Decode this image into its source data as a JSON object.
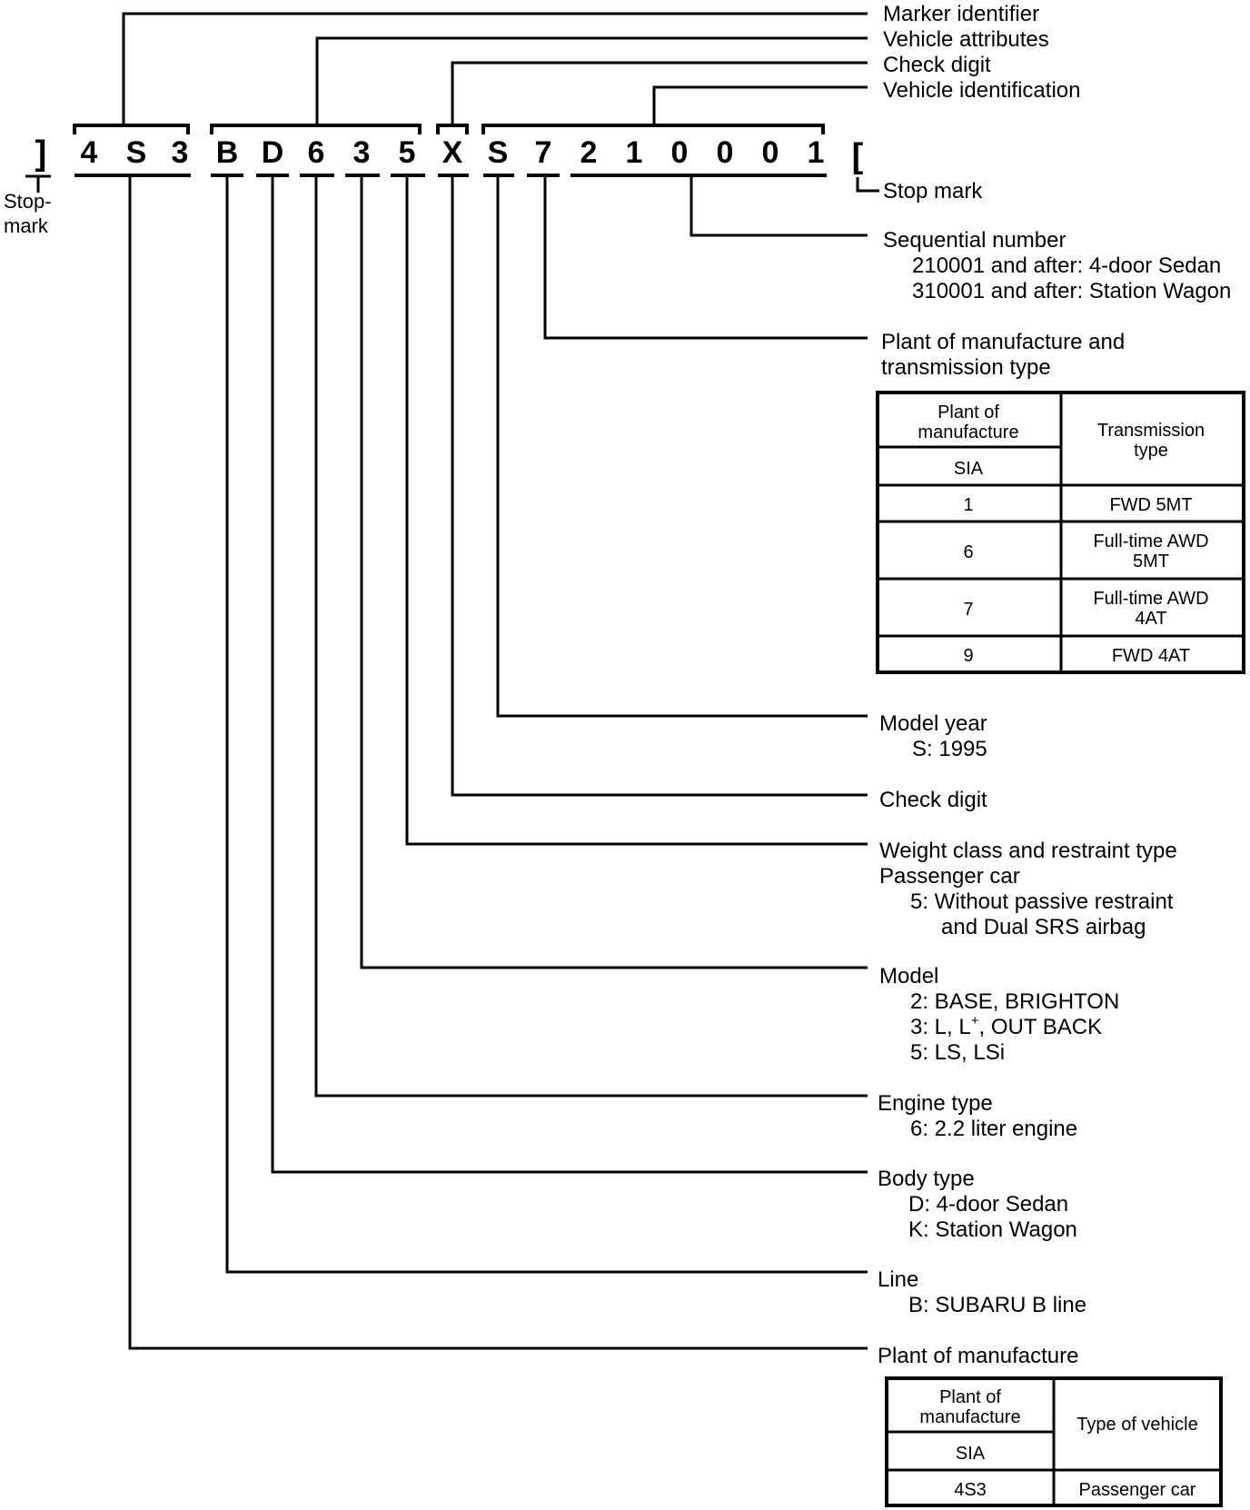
{
  "vin": {
    "stop_left": "]",
    "stop_right": "[",
    "chars": [
      "4",
      "S",
      "3",
      "B",
      "D",
      "6",
      "3",
      "5",
      "X",
      "S",
      "7",
      "2",
      "1",
      "0",
      "0",
      "0",
      "1"
    ]
  },
  "stop_mark_left": [
    "Stop-",
    "mark"
  ],
  "labels": {
    "marker_identifier": "Marker identifier",
    "vehicle_attributes": "Vehicle attributes",
    "check_digit_top": "Check digit",
    "vehicle_identification": "Vehicle identification",
    "stop_mark_right": "Stop mark",
    "sequential": {
      "title": "Sequential number",
      "lines": [
        "210001 and after: 4-door Sedan",
        "310001 and after: Station Wagon"
      ]
    },
    "plant_trans": {
      "title": [
        "Plant of manufacture and",
        "transmission type"
      ]
    },
    "model_year": {
      "title": "Model year",
      "lines": [
        "S:  1995"
      ]
    },
    "check_digit": "Check digit",
    "weight_class": {
      "title": "Weight class and restraint type",
      "lines": [
        "Passenger car",
        "5:  Without passive restraint",
        "and Dual SRS airbag"
      ]
    },
    "model": {
      "title": "Model",
      "lines": [
        "2:  BASE, BRIGHTON",
        "3:  L, L",
        "5:  LS, LSi"
      ],
      "l_plus_sup": "+",
      "l_plus_rest": ", OUT BACK"
    },
    "engine": {
      "title": "Engine type",
      "lines": [
        "6:  2.2 liter engine"
      ]
    },
    "body": {
      "title": "Body type",
      "lines": [
        "D:  4-door Sedan",
        "K:  Station Wagon"
      ]
    },
    "line": {
      "title": "Line",
      "lines": [
        "B:  SUBARU B line"
      ]
    },
    "plant": {
      "title": "Plant of manufacture"
    }
  },
  "table_transmission": {
    "head_left": [
      "Plant of",
      "manufacture"
    ],
    "head_left_sub": "SIA",
    "head_right": [
      "Transmission",
      "type"
    ],
    "rows": [
      {
        "code": "1",
        "type": [
          "FWD 5MT"
        ]
      },
      {
        "code": "6",
        "type": [
          "Full-time AWD",
          "5MT"
        ]
      },
      {
        "code": "7",
        "type": [
          "Full-time AWD",
          "4AT"
        ]
      },
      {
        "code": "9",
        "type": [
          "FWD 4AT"
        ]
      }
    ]
  },
  "table_vehicle": {
    "head_left": [
      "Plant of",
      "manufacture"
    ],
    "head_left_sub": "SIA",
    "head_right": "Type of vehicle",
    "row": {
      "code": "4S3",
      "type": "Passenger car"
    }
  }
}
